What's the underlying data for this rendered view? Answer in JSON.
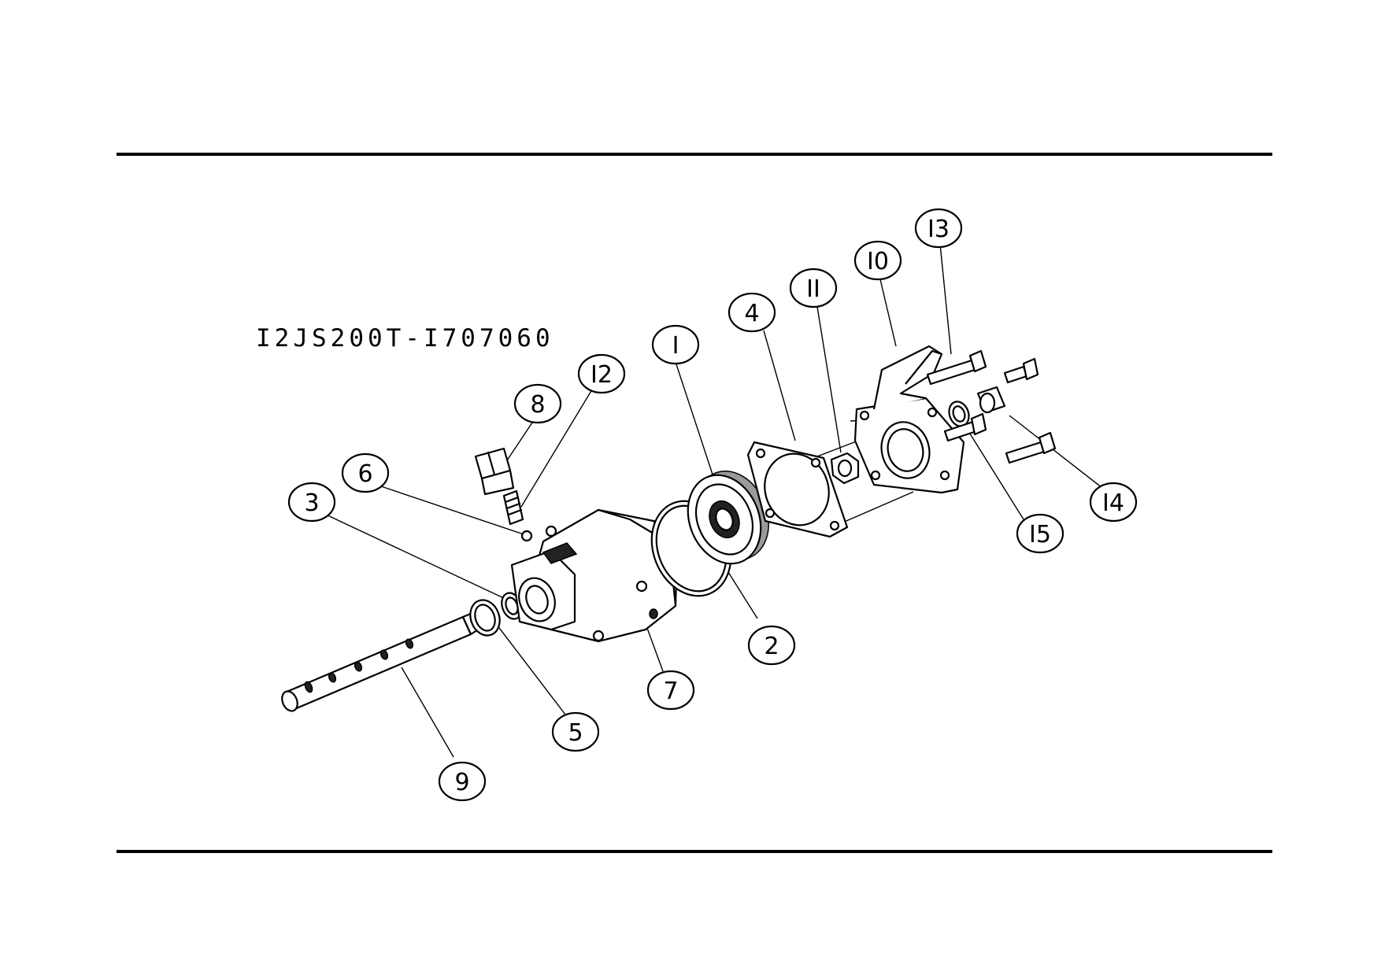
{
  "diagram": {
    "part_number": "I2JS200T-I707060",
    "callouts": [
      {
        "id": "1",
        "label": "I"
      },
      {
        "id": "2",
        "label": "2"
      },
      {
        "id": "3",
        "label": "3"
      },
      {
        "id": "4",
        "label": "4"
      },
      {
        "id": "5",
        "label": "5"
      },
      {
        "id": "6",
        "label": "6"
      },
      {
        "id": "7",
        "label": "7"
      },
      {
        "id": "8",
        "label": "8"
      },
      {
        "id": "9",
        "label": "9"
      },
      {
        "id": "10",
        "label": "I0"
      },
      {
        "id": "11",
        "label": "II"
      },
      {
        "id": "12",
        "label": "I2"
      },
      {
        "id": "13",
        "label": "I3"
      },
      {
        "id": "14",
        "label": "I4"
      },
      {
        "id": "15",
        "label": "I5"
      }
    ]
  }
}
